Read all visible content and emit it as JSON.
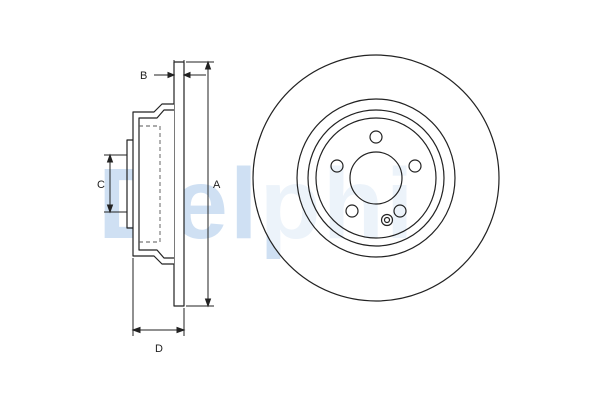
{
  "watermark": {
    "text": "Delphi",
    "color": "#cfe0f3"
  },
  "dimension_labels": {
    "a": "A",
    "b": "B",
    "c": "C",
    "d": "D"
  },
  "colors": {
    "line": "#222222",
    "hidden_line": "#555555"
  }
}
